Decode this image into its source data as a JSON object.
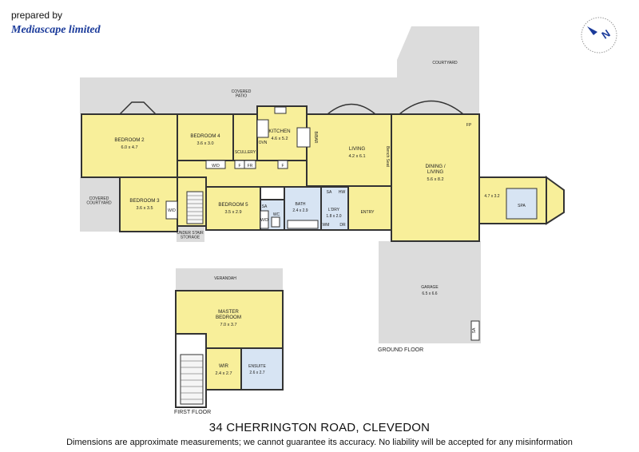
{
  "header": {
    "prepared_by": "prepared by",
    "company": "Mediascape limited"
  },
  "compass": {
    "icon": "north-arrow-icon",
    "letter": "N"
  },
  "colors": {
    "room": "#f8ef9a",
    "outdoor": "#dcdcdc",
    "wet": "#d7e4f3",
    "wall": "#333333"
  },
  "ground_floor": {
    "label": "GROUND FLOOR",
    "areas": {
      "covered_patio": "COVERED\nPATIO",
      "courtyard": "COURTYARD",
      "covered_courtyard": "COVERED\nCOURTYARD",
      "under_stair_storage": "UNDER STAIR\nSTORAGE"
    },
    "rooms": {
      "bedroom2": {
        "name": "BEDROOM 2",
        "dims": "6.0 x 4.7"
      },
      "bedroom4": {
        "name": "BEDROOM 4",
        "dims": "3.6 x 3.0"
      },
      "kitchen": {
        "name": "KITCHEN",
        "dims": "4.6 x 5.2"
      },
      "scullery": {
        "name": "SCULLERY"
      },
      "living": {
        "name": "LIVING",
        "dims": "4.2 x 6.1"
      },
      "dining": {
        "name": "DINING /\nLIVING",
        "dims": "5.6 x 8.2"
      },
      "bedroom3": {
        "name": "BEDROOM 3",
        "dims": "3.6 x 3.5"
      },
      "bedroom5": {
        "name": "BEDROOM 5",
        "dims": "3.5 x 2.9"
      },
      "bath": {
        "name": "BATH",
        "dims": "2.4 x 2.9"
      },
      "ldry": {
        "name": "L'DRY",
        "dims": "1.8 x 2.0"
      },
      "entry": {
        "name": "ENTRY"
      },
      "spa_room": {
        "dims": "4.7 x 3.2"
      },
      "spa": {
        "name": "SPA"
      },
      "garage": {
        "name": "GARAGE",
        "dims": "6.5 x 6.6"
      }
    },
    "fixtures": {
      "wd_bed4": "W/D",
      "f1": "F",
      "fr": "FR",
      "f2": "F",
      "wd_bed3": "W/D",
      "wd_bed5": "W/D",
      "wc": "WC",
      "sa_bed5": "SA",
      "sa_ldry": "SA",
      "hw": "HW",
      "wm": "WM",
      "dr": "DR",
      "oven": "OVN",
      "bbar": "B/BAR",
      "fp": "FP",
      "sa_garage": "SA",
      "bench_seat": "Bench Seat"
    }
  },
  "first_floor": {
    "label": "FIRST FLOOR",
    "verandah": "VERANDAH",
    "rooms": {
      "master": {
        "name": "MASTER\nBEDROOM",
        "dims": "7.0 x 3.7"
      },
      "wir": {
        "name": "WIR",
        "dims": "2.4 x 2.7"
      },
      "ensuite": {
        "name": "ENSUITE",
        "dims": "2.6 x 2.7"
      }
    }
  },
  "footer": {
    "address": "34 CHERRINGTON ROAD, CLEVEDON",
    "disclaimer": "Dimensions are approximate measurements; we cannot guarantee its accuracy. No liability will be accepted for any misinformation"
  }
}
